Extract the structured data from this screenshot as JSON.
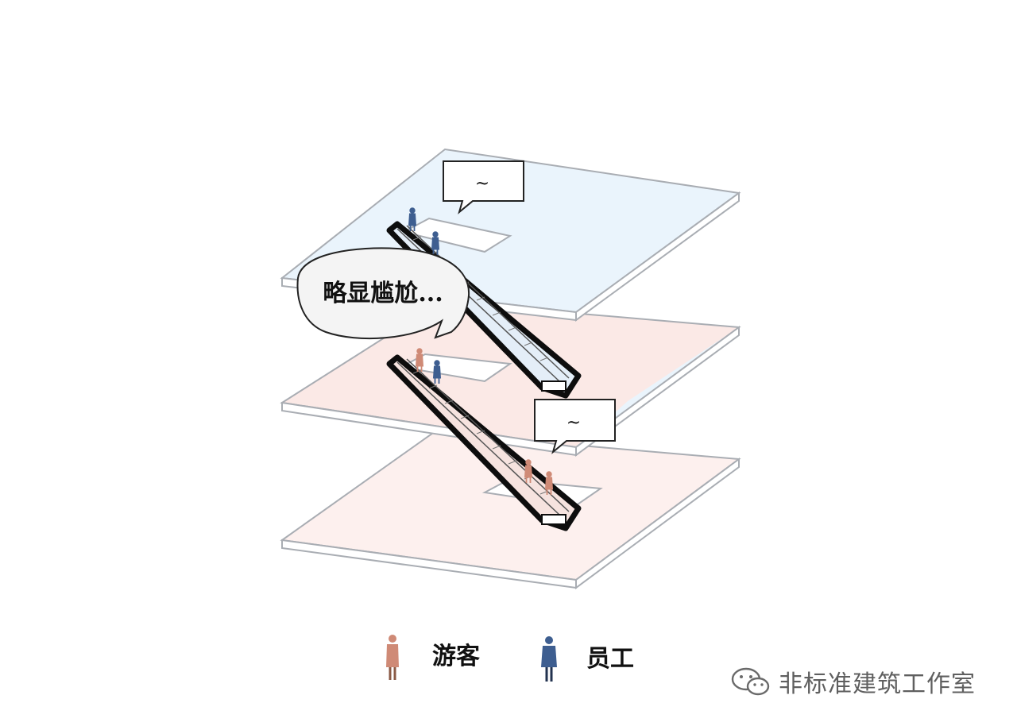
{
  "bubbles": {
    "top": "~",
    "middle": "略显尴尬...",
    "bottom": "~"
  },
  "legend": {
    "visitor": "游客",
    "staff": "员工"
  },
  "watermark": {
    "text": "非标准建筑工作室"
  },
  "colors": {
    "top_floor": "#eaf4fc",
    "middle_floor": "#fbe9e6",
    "bottom_floor": "#fdf0ee",
    "visitor": "#cf8a76",
    "staff": "#3e5e90",
    "escalator_outline": "#0d0d0d",
    "floor_edge": "#a9adb3"
  }
}
